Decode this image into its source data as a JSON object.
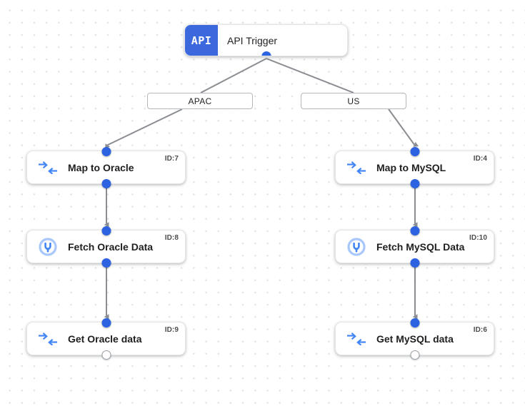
{
  "canvas": {
    "background_color": "#ffffff",
    "grid_dot_color": "#e2e2e4",
    "accent_color": "#2d63e0",
    "trigger_badge_color": "#3b68dd",
    "edge_color": "#8a8d91"
  },
  "trigger": {
    "badge_text": "API",
    "label": "API Trigger"
  },
  "branches": [
    {
      "id": "apac",
      "label": "APAC"
    },
    {
      "id": "us",
      "label": "US"
    }
  ],
  "nodes": [
    {
      "key": "map-oracle",
      "label": "Map to Oracle",
      "id_text": "ID:7",
      "icon": "map-arrows-icon",
      "input_port": "filled",
      "output_port": "filled"
    },
    {
      "key": "fetch-oracle",
      "label": "Fetch Oracle Data",
      "id_text": "ID:8",
      "icon": "database-connector-icon",
      "input_port": "filled",
      "output_port": "filled"
    },
    {
      "key": "get-oracle",
      "label": "Get Oracle data",
      "id_text": "ID:9",
      "icon": "map-arrows-icon",
      "input_port": "filled",
      "output_port": "hollow"
    },
    {
      "key": "map-mysql",
      "label": "Map to MySQL",
      "id_text": "ID:4",
      "icon": "map-arrows-icon",
      "input_port": "filled",
      "output_port": "filled"
    },
    {
      "key": "fetch-mysql",
      "label": "Fetch MySQL Data",
      "id_text": "ID:10",
      "icon": "database-connector-icon",
      "input_port": "filled",
      "output_port": "filled"
    },
    {
      "key": "get-mysql",
      "label": "Get MySQL data",
      "id_text": "ID:6",
      "icon": "map-arrows-icon",
      "input_port": "filled",
      "output_port": "hollow"
    }
  ]
}
